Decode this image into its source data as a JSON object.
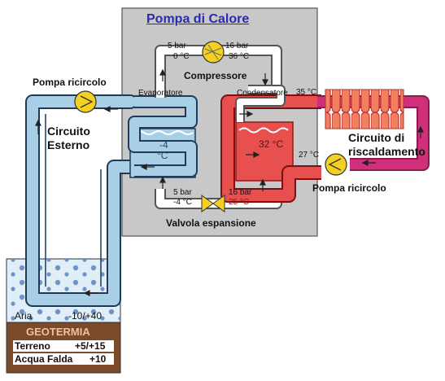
{
  "title": "Pompa di Calore",
  "labels": {
    "compressor": "Compressore",
    "evaporator": "Evaporatore",
    "condenser": "Condensatore",
    "expansion_valve": "Valvola espansione",
    "pump_left": "Pompa ricircolo",
    "pump_right": "Pompa ricircolo",
    "outer_circuit_line1": "Circuito",
    "outer_circuit_line2": "Esterno",
    "heating_circuit_line1": "Circuito di",
    "heating_circuit_line2": "riscaldamento"
  },
  "readings": {
    "top_left_pressure": "5 bar",
    "top_left_temp": "0 °C",
    "top_right_pressure": "16 bar",
    "top_right_temp": "36 °C",
    "bottom_left_pressure": "5 bar",
    "bottom_left_temp": "-4 °C",
    "bottom_right_pressure": "16 bar",
    "bottom_right_temp": "25 °C",
    "evap_tank_temp_line1": "-4",
    "evap_tank_temp_line2": "°C",
    "cond_tank_temp": "32 °C",
    "heat_out_temp": "35 °C",
    "heat_return_temp": "27 °C"
  },
  "ground": {
    "air_label": "Aria",
    "air_range": "-10/+40",
    "section_title": "GEOTERMIA",
    "terrain_label": "Terreno",
    "terrain_range": "+5/+15",
    "water_label": "Acqua Falda",
    "water_range": "+10"
  },
  "colors": {
    "cold_fluid": "#a8cfe6",
    "cold_outline": "#1f3a5a",
    "hot_fluid": "#e85050",
    "hot_pipe": "#d0307a",
    "panel_bg": "#c8c8c8",
    "ground_brown": "#7a4a2a",
    "pump_yellow": "#f4d020",
    "title_blue": "#2a2ab0"
  }
}
